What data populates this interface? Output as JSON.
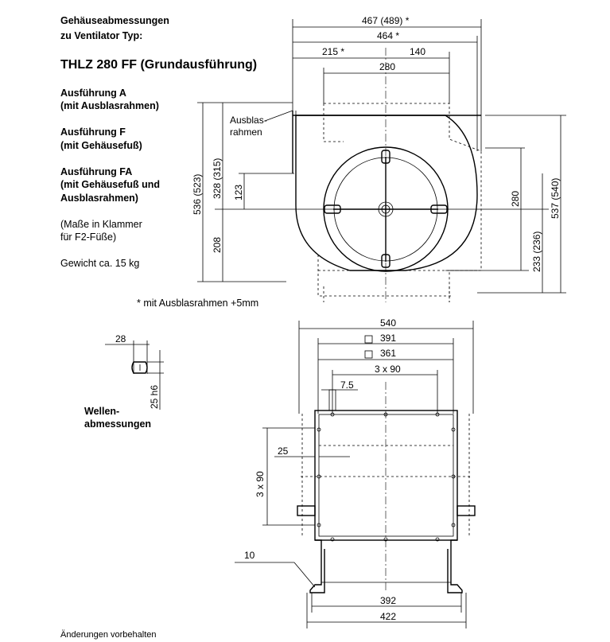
{
  "header": {
    "line1": "Gehäuseabmessungen",
    "line2": "zu Ventilator Typ:",
    "model": "THLZ 280 FF (Grundausführung)"
  },
  "variants": [
    {
      "title": "Ausführung A",
      "desc": "(mit Ausblasrahmen)"
    },
    {
      "title": "Ausführung F",
      "desc": "(mit Gehäusefuß)"
    },
    {
      "title": "Ausführung FA",
      "desc": "(mit Gehäusefuß und",
      "desc2": "Ausblasrahmen)"
    }
  ],
  "note_bracket_1": "(Maße in Klammer",
  "note_bracket_2": "für F2-Füße)",
  "weight": "Gewicht ca. 15 kg",
  "footnote": "* mit Ausblasrahmen +5mm",
  "shaft_label_1": "Wellen-",
  "shaft_label_2": "abmessungen",
  "outlet_label_1": "Ausblas-",
  "outlet_label_2": "rahmen",
  "bottom_note": "Änderungen vorbehalten",
  "dims": {
    "d467": "467 (489) *",
    "d464": "464 *",
    "d215": "215 *",
    "d140": "140",
    "d280top": "280",
    "d536": "536 (523)",
    "d328": "328 (315)",
    "d123": "123",
    "d208": "208",
    "d280r": "280",
    "d233": "233 (236)",
    "d537": "537 (540)",
    "d28": "28",
    "d25h6": "25 h6",
    "d540": "540",
    "d391": "391",
    "d361": "361",
    "d3x90a": "3 x 90",
    "d75": "7.5",
    "d25": "25",
    "d3x90b": "3 x 90",
    "d10": "10",
    "d392": "392",
    "d422": "422"
  }
}
